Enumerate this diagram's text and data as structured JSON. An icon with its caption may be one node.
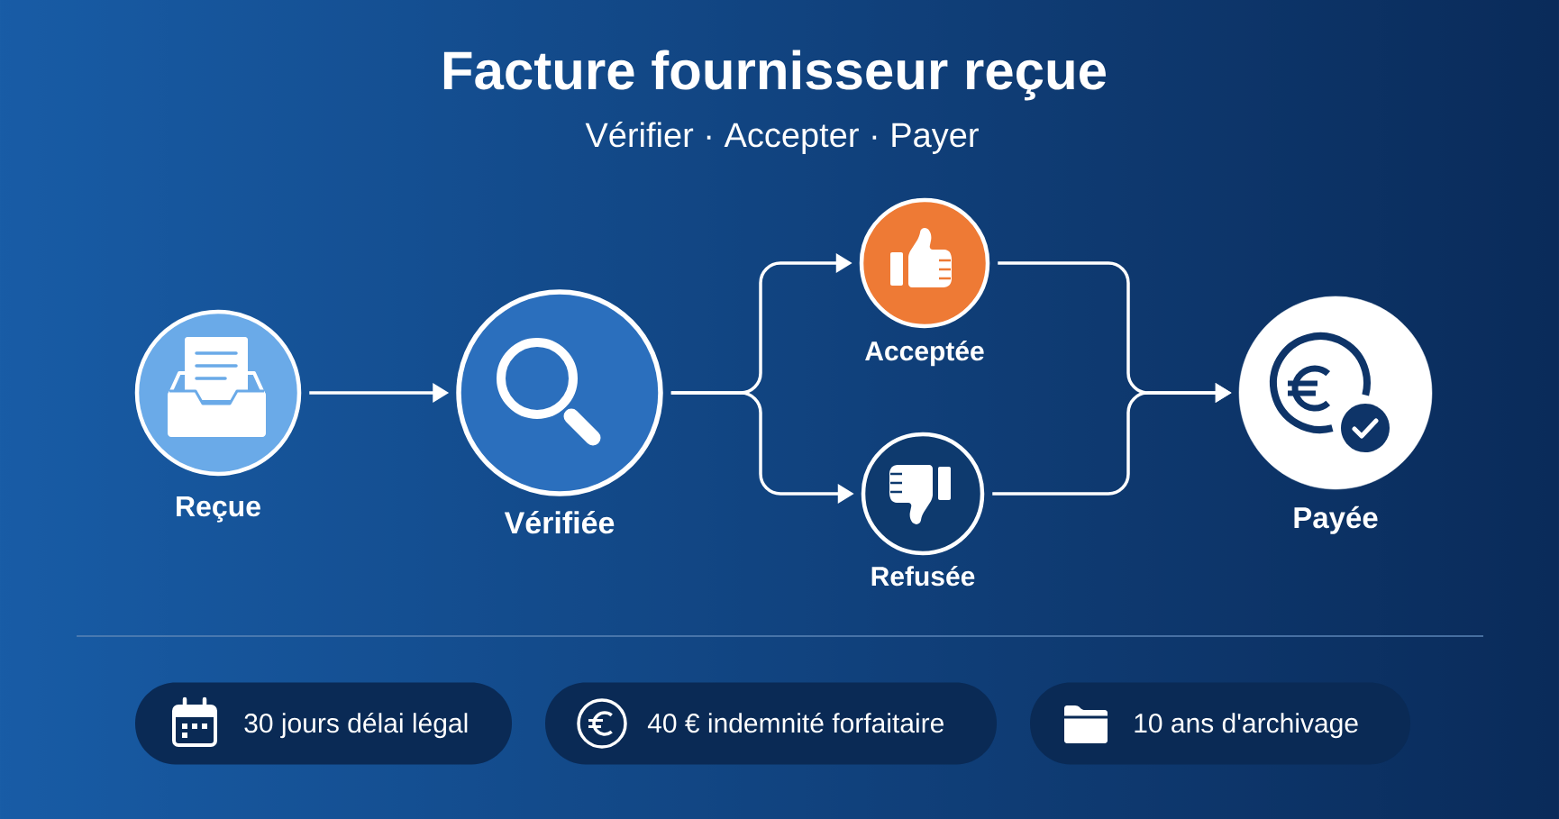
{
  "diagram": {
    "title": "Facture fournisseur reçue",
    "nodes": [
      {
        "text": [
          "Reçue"
        ]
      },
      {
        "text": [
          "Vérifiée"
        ]
      },
      {
        "text": [
          "Acceptée"
        ]
      },
      {
        "text": [
          "Refusée"
        ]
      },
      {
        "text": [
          "Payée"
        ]
      },
      {
        "text": [
          "30 jours délai légal"
        ]
      },
      {
        "text": [
          "40 € indemnité forfaitaire"
        ]
      },
      {
        "text": [
          "10 ans d'archivage"
        ]
      }
    ],
    "edges": [
      {
        "from": 0,
        "to": 1,
        "arrow": "to"
      },
      {
        "from": 1,
        "to": 2,
        "arrow": "to"
      },
      {
        "from": 1,
        "to": 3,
        "arrow": "to"
      },
      {
        "from": 2,
        "to": 4,
        "arrow": "to"
      },
      {
        "from": 3,
        "to": 4,
        "arrow": "to"
      }
    ],
    "labels": [
      "Vérifier · Accepter · Payer"
    ]
  }
}
